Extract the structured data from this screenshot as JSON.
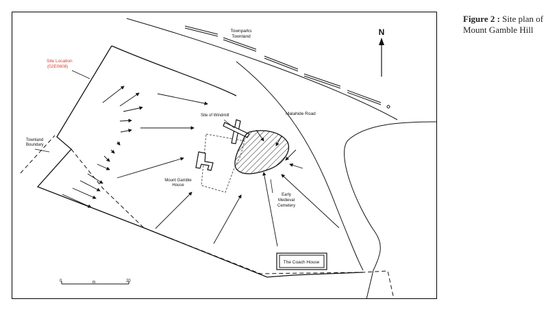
{
  "caption": {
    "label": "Figure 2 :",
    "text": "Site plan of Mount Gamble Hill"
  },
  "labels": {
    "north": "N",
    "townparks_line1": "Townparks",
    "townparks_line2": "Townland",
    "site_location_line1": "Site Location",
    "site_location_line2": "(02E0608)",
    "townland_boundary_line1": "Townland",
    "townland_boundary_line2": "Boundary",
    "windmill": "Site of Windmill",
    "malahide_road": "Malahide Road",
    "mount_gamble_line1": "Mount Gamble",
    "mount_gamble_line2": "House",
    "cemetery_line1": "Early",
    "cemetery_line2": "Medieval",
    "cemetery_line3": "Cemetery",
    "coach_house": "The Coach House",
    "scale_start": "0",
    "scale_unit": "m",
    "scale_end": "20"
  },
  "colors": {
    "site_location": "#d93a2b",
    "line": "#111111"
  }
}
